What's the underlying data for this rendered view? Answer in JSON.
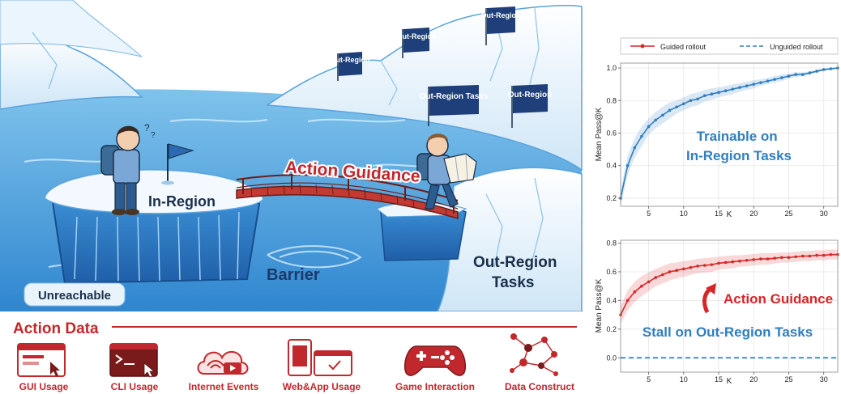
{
  "scene": {
    "flags": [
      "Out-Region",
      "Out-Region",
      "Out-Region",
      "Out-Region Tasks",
      "Out-Region"
    ],
    "labels": {
      "in_region": "In-Region",
      "action_guidance": "Action Guidance",
      "barrier": "Barrier",
      "unreachable": "Unreachable",
      "out_region_tasks": "Out-Region Tasks"
    }
  },
  "action_data": {
    "title": "Action Data",
    "items": [
      {
        "label": "GUI Usage",
        "icon": "gui-window-icon"
      },
      {
        "label": "CLI Usage",
        "icon": "terminal-icon"
      },
      {
        "label": "Internet Events",
        "icon": "cloud-video-icon"
      },
      {
        "label": "Web&App Usage",
        "icon": "devices-icon"
      },
      {
        "label": "Game Interaction",
        "icon": "gamepad-icon"
      },
      {
        "label": "Data Construct",
        "icon": "network-graph-icon"
      }
    ]
  },
  "colors": {
    "blue_curve": "#2f7fc1",
    "red_curve": "#d62728",
    "accent_red": "#c0282d",
    "navy": "#1f3f7a"
  },
  "chart_data": [
    {
      "type": "line",
      "legend": [
        "Guided rollout",
        "Unguided rollout"
      ],
      "legend_position": "top",
      "xlabel": "K",
      "ylabel": "Mean Pass@K",
      "xlim": [
        1,
        32
      ],
      "ylim": [
        0.15,
        1.03
      ],
      "xticks": [
        5,
        10,
        15,
        20,
        25,
        30
      ],
      "yticks": [
        0.2,
        0.4,
        0.6,
        0.8,
        1.0
      ],
      "grid": true,
      "annotation": "Trainable on In-Region Tasks",
      "series": [
        {
          "style": "solid-dot",
          "x": [
            1,
            2,
            3,
            4,
            5,
            6,
            7,
            8,
            9,
            10,
            11,
            12,
            13,
            14,
            15,
            16,
            17,
            18,
            19,
            20,
            21,
            22,
            23,
            24,
            25,
            26,
            27,
            28,
            29,
            30,
            31,
            32
          ],
          "y": [
            0.2,
            0.4,
            0.51,
            0.58,
            0.64,
            0.68,
            0.71,
            0.74,
            0.76,
            0.78,
            0.8,
            0.81,
            0.83,
            0.84,
            0.85,
            0.86,
            0.87,
            0.88,
            0.89,
            0.9,
            0.91,
            0.92,
            0.93,
            0.94,
            0.95,
            0.96,
            0.96,
            0.97,
            0.98,
            0.99,
            0.995,
            1.0
          ],
          "band": [
            0.05,
            0.06,
            0.06,
            0.06,
            0.05,
            0.05,
            0.05,
            0.05,
            0.04,
            0.04,
            0.04,
            0.04,
            0.035,
            0.035,
            0.03,
            0.03,
            0.03,
            0.025,
            0.025,
            0.025,
            0.02,
            0.02,
            0.02,
            0.02,
            0.015,
            0.015,
            0.012,
            0.01,
            0.01,
            0.008,
            0.006,
            0.005
          ]
        }
      ]
    },
    {
      "type": "line",
      "xlabel": "K",
      "ylabel": "Mean Pass@K",
      "xlim": [
        1,
        32
      ],
      "ylim": [
        -0.1,
        0.82
      ],
      "xticks": [
        5,
        10,
        15,
        20,
        25,
        30
      ],
      "yticks": [
        0.0,
        0.2,
        0.4,
        0.6,
        0.8
      ],
      "grid": true,
      "annotations": [
        "Action Guidance",
        "Stall on Out-Region Tasks"
      ],
      "series": [
        {
          "style": "solid-dot",
          "x": [
            1,
            2,
            3,
            4,
            5,
            6,
            7,
            8,
            9,
            10,
            11,
            12,
            13,
            14,
            15,
            16,
            17,
            18,
            19,
            20,
            21,
            22,
            23,
            24,
            25,
            26,
            27,
            28,
            29,
            30,
            31,
            32
          ],
          "y": [
            0.3,
            0.4,
            0.46,
            0.5,
            0.53,
            0.56,
            0.58,
            0.6,
            0.61,
            0.62,
            0.63,
            0.64,
            0.645,
            0.65,
            0.66,
            0.665,
            0.67,
            0.675,
            0.68,
            0.685,
            0.69,
            0.69,
            0.695,
            0.7,
            0.7,
            0.705,
            0.71,
            0.71,
            0.715,
            0.715,
            0.72,
            0.72
          ],
          "band": [
            0.06,
            0.07,
            0.07,
            0.07,
            0.065,
            0.06,
            0.06,
            0.06,
            0.055,
            0.055,
            0.05,
            0.05,
            0.05,
            0.05,
            0.045,
            0.045,
            0.045,
            0.04,
            0.04,
            0.04,
            0.04,
            0.04,
            0.035,
            0.035,
            0.035,
            0.035,
            0.035,
            0.035,
            0.035,
            0.035,
            0.035,
            0.035
          ]
        },
        {
          "style": "dashed",
          "x": [
            1,
            32
          ],
          "y": [
            0.0,
            0.0
          ]
        }
      ]
    }
  ]
}
